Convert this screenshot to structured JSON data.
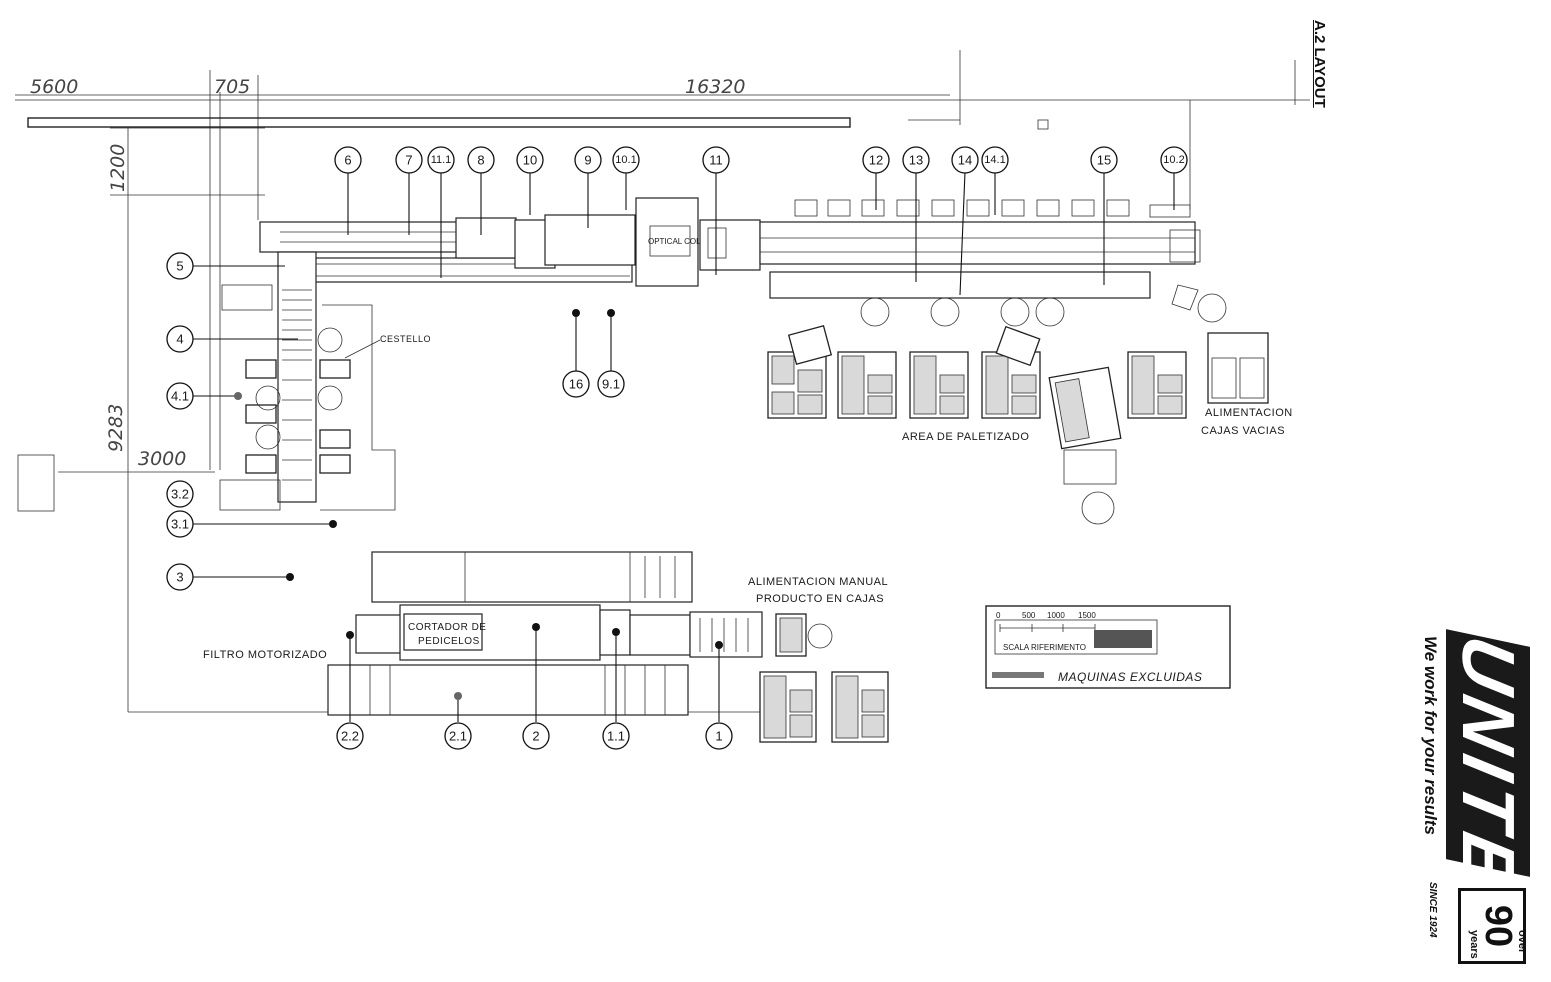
{
  "title": "A.2 LAYOUT",
  "dimensions": [
    "5600",
    "705",
    "16320",
    "1200",
    "9283",
    "3000"
  ],
  "callouts": [
    "6",
    "7",
    "11.1",
    "8",
    "10",
    "9",
    "10.1",
    "11",
    "12",
    "13",
    "14",
    "14.1",
    "15",
    "10.2",
    "5",
    "4",
    "4.1",
    "3.2",
    "3.1",
    "3",
    "16",
    "9.1",
    "2.2",
    "2.1",
    "2",
    "1.1",
    "1"
  ],
  "labels": {
    "cestello": "CESTELLO",
    "optical_color": "OPTICAL COLOR",
    "area_paletizado": "AREA DE PALETIZADO",
    "alimentacion_cajas_line1": "ALIMENTACION",
    "alimentacion_cajas_line2": "CAJAS VACIAS",
    "alimentacion_manual_line1": "ALIMENTACION MANUAL",
    "alimentacion_manual_line2": "PRODUCTO EN CAJAS",
    "cortador_line1": "CORTADOR DE",
    "cortador_line2": "PEDICELOS",
    "filtro": "FILTRO MOTORIZADO"
  },
  "legend": {
    "scale_ticks": [
      "0",
      "500",
      "1000",
      "1500"
    ],
    "scale_label": "SCALA RIFERIMENTO",
    "excluded_label": "MAQUINAS EXCLUIDAS"
  },
  "brand": {
    "logo": "UNITEC",
    "tagline": "We work for your results",
    "since": "SINCE 1924",
    "badge_number": "90",
    "badge_top": "over",
    "badge_bottom": "years"
  }
}
